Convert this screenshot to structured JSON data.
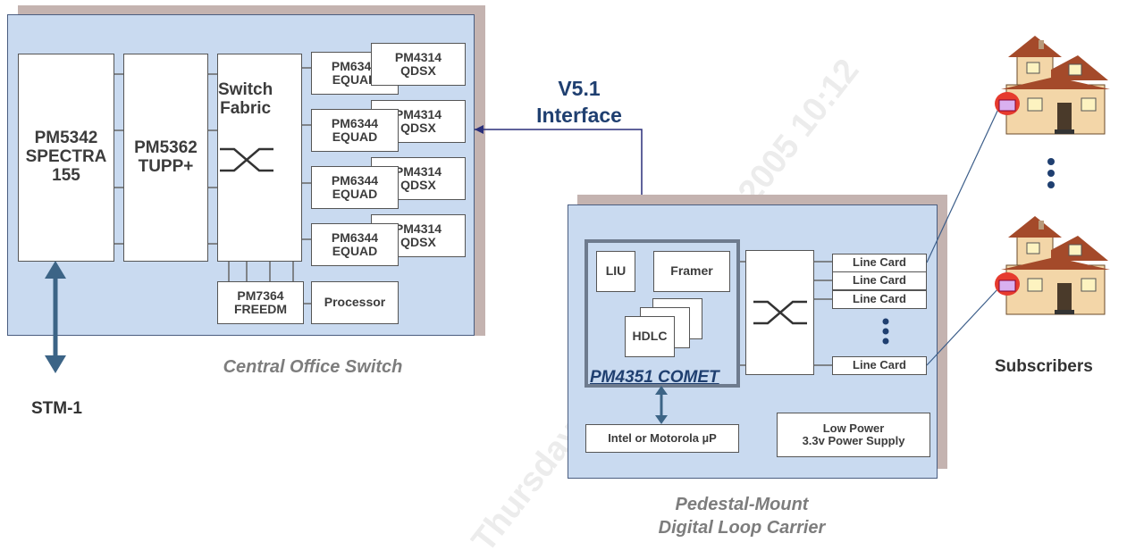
{
  "central_office": {
    "caption": "Central Office Switch",
    "spectra": "PM5342\nSPECTRA\n155",
    "tupp": "PM5362\nTUPP+",
    "switch_fabric": "Switch\nFabric",
    "equad_labels": [
      "PM6344\nEQUAD",
      "PM6344\nEQUAD",
      "PM6344\nEQUAD",
      "PM6344\nEQUAD"
    ],
    "qdsx_labels": [
      "PM4314\nQDSX",
      "PM4314\nQDSX",
      "PM4314\nQDSX",
      "PM4314\nQDSX"
    ],
    "freedm": "PM7364\nFREEDM",
    "processor": "Processor"
  },
  "stm1_label": "STM-1",
  "interface_label": "V5.1\nInterface",
  "dlc": {
    "caption": "Pedestal-Mount\nDigital Loop Carrier",
    "liu": "LIU",
    "framer": "Framer",
    "hdlc": "HDLC",
    "comet_label": "PM4351 COMET",
    "cpu": "Intel or Motorola µP",
    "power": "Low Power\n3.3v Power Supply",
    "line_cards": [
      "Line Card",
      "Line Card",
      "Line Card",
      "Line Card"
    ]
  },
  "subscribers_label": "Subscribers",
  "watermark": {
    "text1": "2005 10:12",
    "text2": "Thursday"
  },
  "colors": {
    "panel": "#c9daf0",
    "shadow": "#c4b3b0",
    "arrow": "#3c6486",
    "interface_line": "#2a2f7a"
  }
}
